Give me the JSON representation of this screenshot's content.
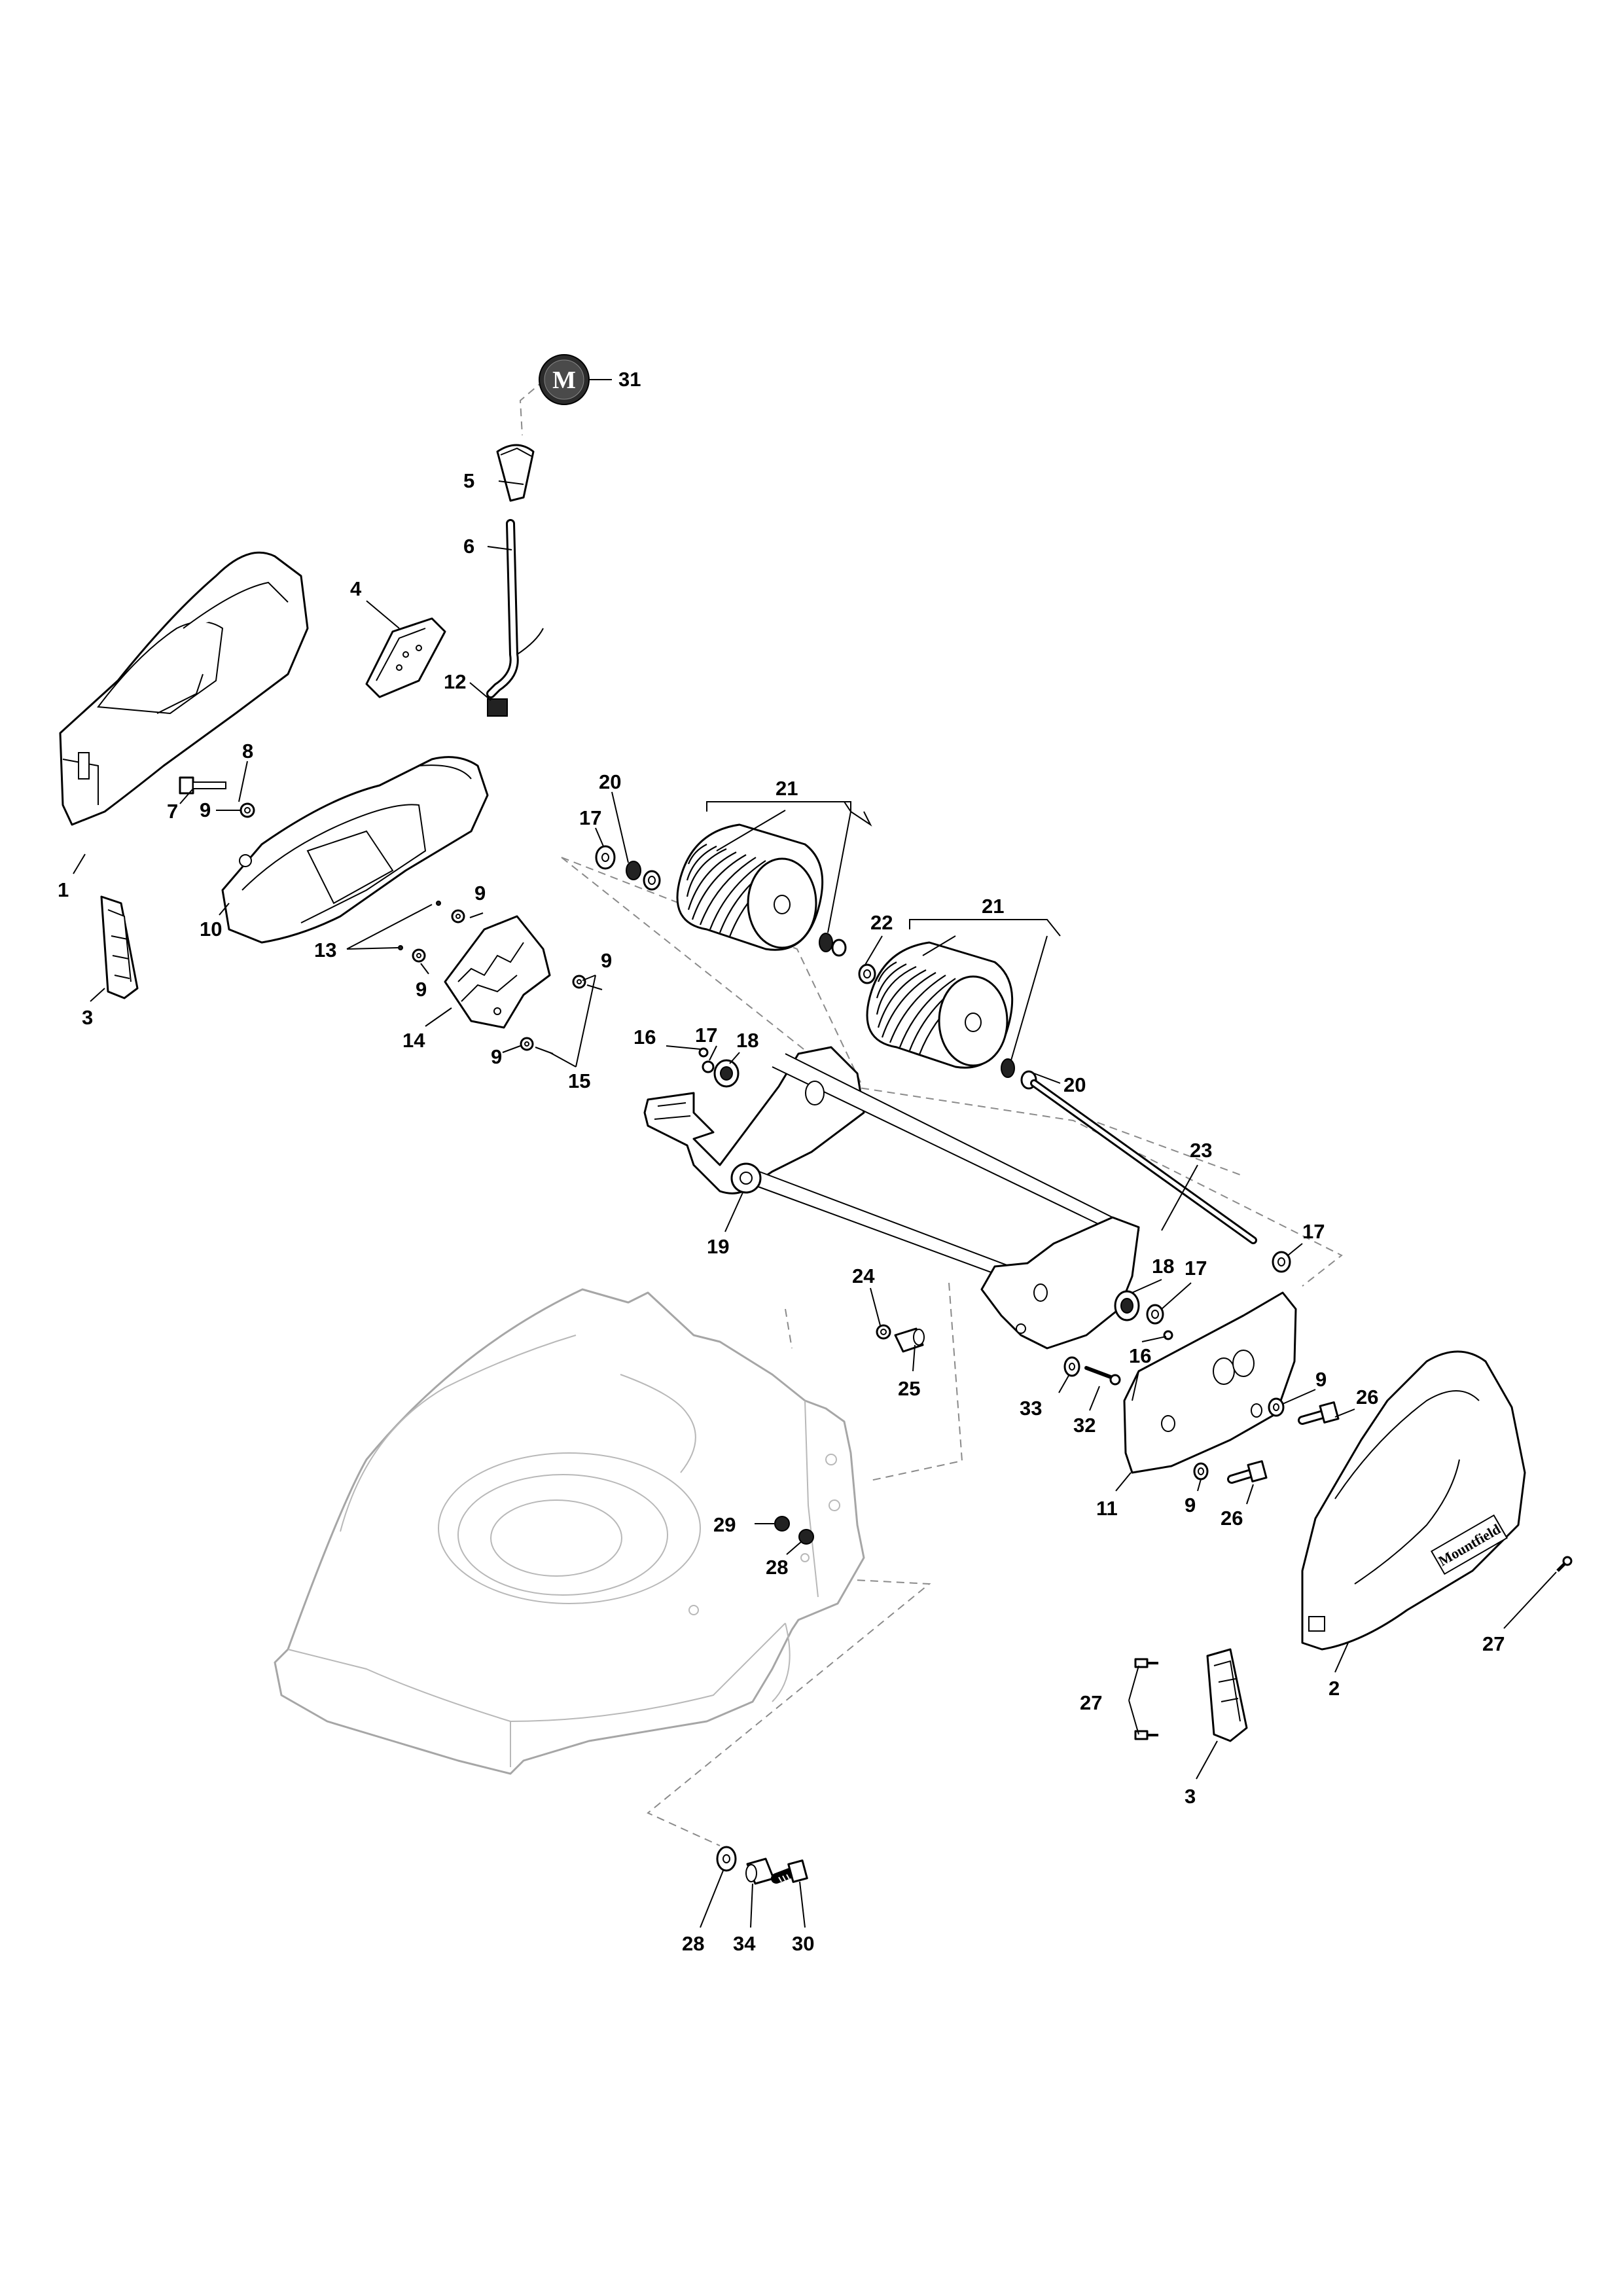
{
  "diagram": {
    "logo_letter": "M",
    "brand_plate_text": "Mountfield",
    "colors": {
      "line": "#000000",
      "ghost_line": "#a6a6a6",
      "dashed_guide": "#8a8a8a",
      "logo_badge": "#2b2b2b"
    },
    "callouts": {
      "c1": "1",
      "c2": "2",
      "c3a": "3",
      "c3b": "3",
      "c4": "4",
      "c5": "5",
      "c6": "6",
      "c7": "7",
      "c8": "8",
      "c9a": "9",
      "c9b": "9",
      "c9c": "9",
      "c9d": "9",
      "c9e": "9",
      "c9f": "9",
      "c9g": "9",
      "c10": "10",
      "c11": "11",
      "c12": "12",
      "c13": "13",
      "c14": "14",
      "c15": "15",
      "c16a": "16",
      "c16b": "16",
      "c17a": "17",
      "c17b": "17",
      "c17c": "17",
      "c17d": "17",
      "c18a": "18",
      "c18b": "18",
      "c19": "19",
      "c20a": "20",
      "c20b": "20",
      "c21a": "21",
      "c21b": "21",
      "c22": "22",
      "c23": "23",
      "c24": "24",
      "c25": "25",
      "c26a": "26",
      "c26b": "26",
      "c27a": "27",
      "c27b": "27",
      "c28a": "28",
      "c28b": "28",
      "c29": "29",
      "c30": "30",
      "c31": "31",
      "c32": "32",
      "c33": "33",
      "c34": "34"
    }
  }
}
